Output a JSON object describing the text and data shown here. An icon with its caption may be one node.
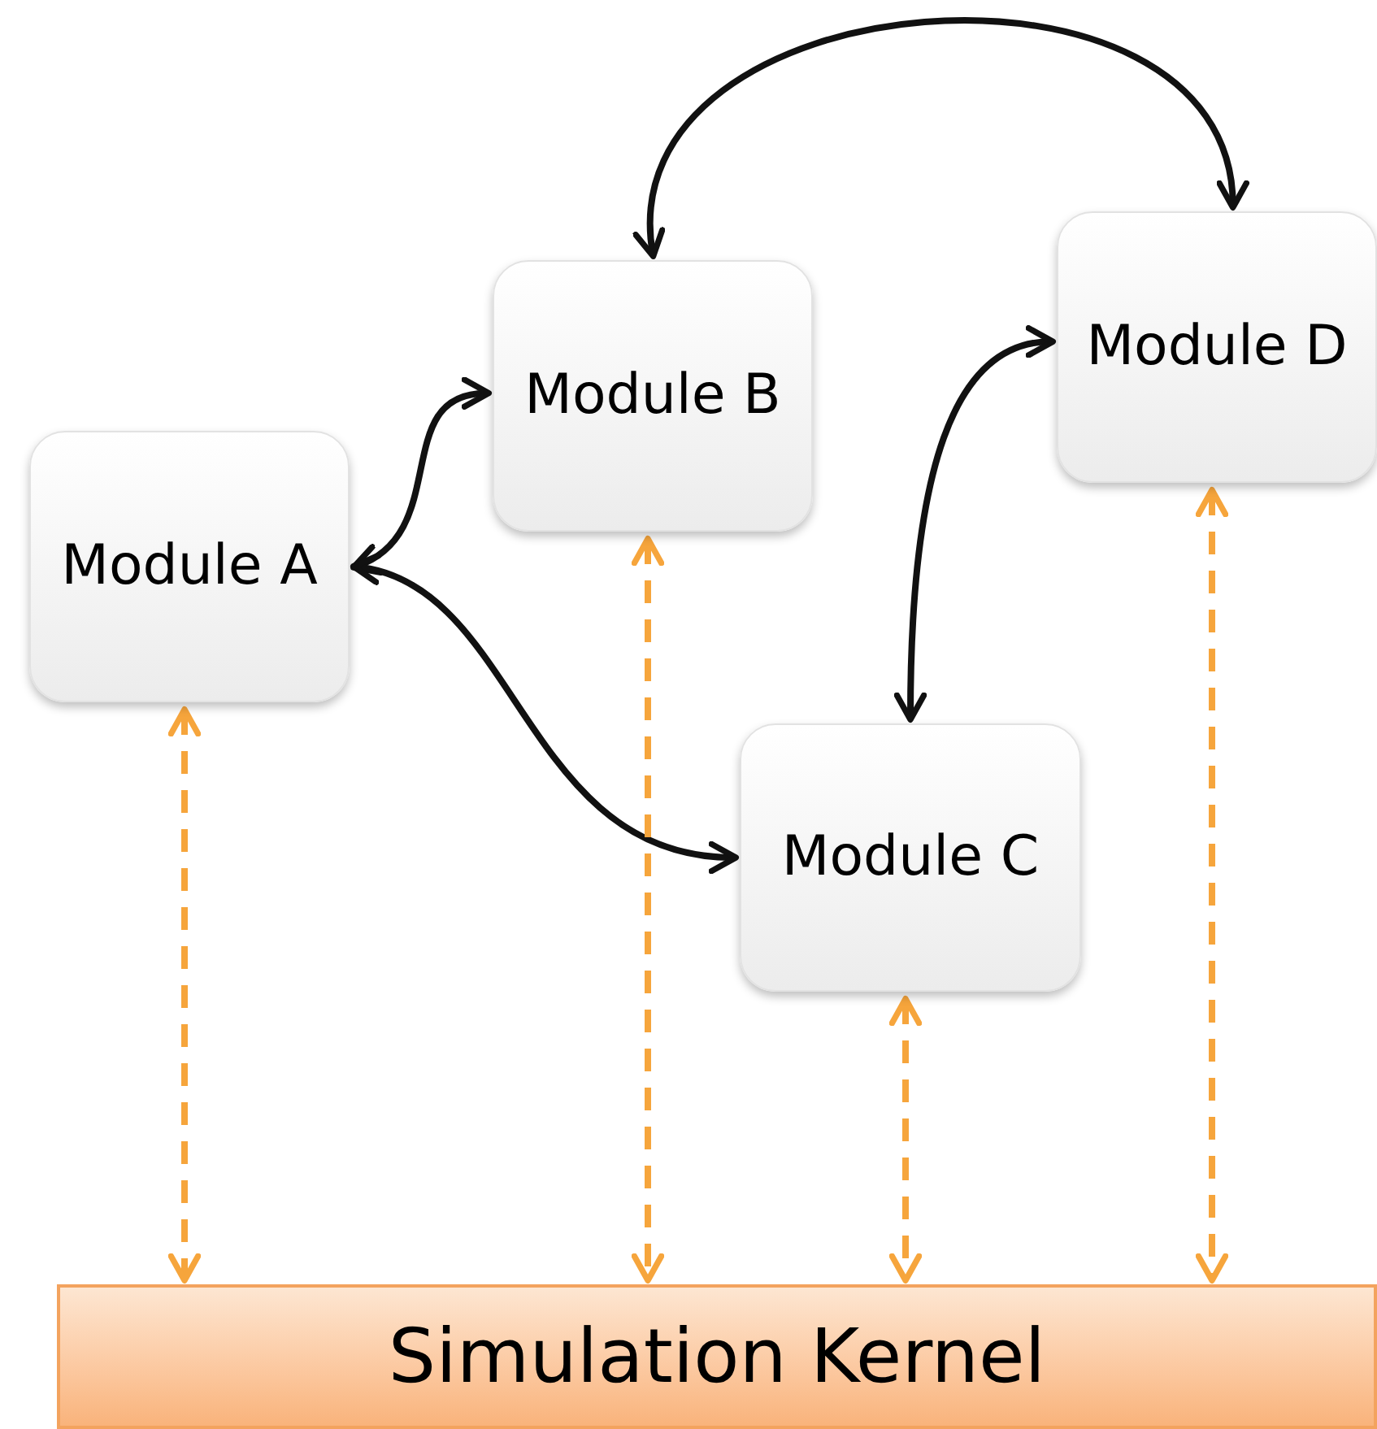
{
  "diagram": {
    "nodes": [
      {
        "text": [
          "Module A"
        ]
      },
      {
        "text": [
          "Module B"
        ]
      },
      {
        "text": [
          "Module C"
        ]
      },
      {
        "text": [
          "Module D"
        ]
      },
      {
        "text": [
          "Simulation Kernel"
        ]
      }
    ],
    "edges": [
      {
        "from": 0,
        "to": 1,
        "arrow": "both"
      },
      {
        "from": 0,
        "to": 2,
        "arrow": "both"
      },
      {
        "from": 2,
        "to": 3,
        "arrow": "both"
      },
      {
        "from": 1,
        "to": 3,
        "arrow": "both"
      },
      {
        "from": 0,
        "to": 4,
        "arrow": "both",
        "style": "dashed",
        "color": "#f6a53c"
      },
      {
        "from": 1,
        "to": 4,
        "arrow": "both",
        "style": "dashed",
        "color": "#f6a53c"
      },
      {
        "from": 2,
        "to": 4,
        "arrow": "both",
        "style": "dashed",
        "color": "#f6a53c"
      },
      {
        "from": 3,
        "to": 4,
        "arrow": "both",
        "style": "dashed",
        "color": "#f6a53c"
      }
    ]
  }
}
